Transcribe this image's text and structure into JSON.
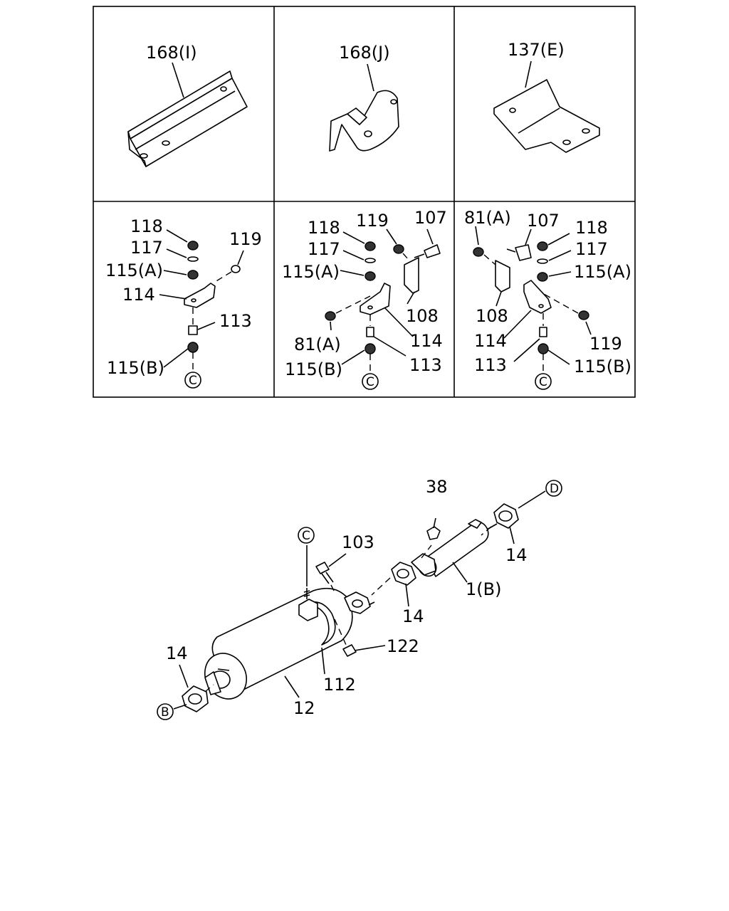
{
  "labels": {
    "p168i": "168(I)",
    "p168j": "168(J)",
    "p137e": "137(E)",
    "a118": "118",
    "a117": "117",
    "a115a": "115(A)",
    "a119": "119",
    "a114": "114",
    "a113": "113",
    "a115b": "115(B)",
    "aC": "C",
    "b118": "118",
    "b119": "119",
    "b107": "107",
    "b117": "117",
    "b115a": "115(A)",
    "b108": "108",
    "b114": "114",
    "b81a": "81(A)",
    "b113": "113",
    "b115b": "115(B)",
    "bC": "C",
    "c81a": "81(A)",
    "c107": "107",
    "c118": "118",
    "c117": "117",
    "c115a": "115(A)",
    "c108": "108",
    "c114": "114",
    "c119": "119",
    "c113": "113",
    "c115b": "115(B)",
    "cC": "C",
    "m38": "38",
    "mD": "D",
    "m103": "103",
    "mC": "C",
    "m14r": "14",
    "m1b": "1(B)",
    "m14m": "14",
    "m122": "122",
    "m14l": "14",
    "m112": "112",
    "m12": "12",
    "mB": "B"
  }
}
